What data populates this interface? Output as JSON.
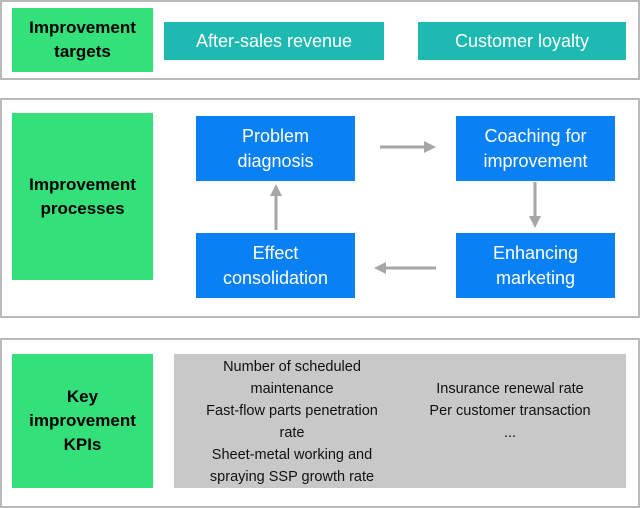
{
  "targets": {
    "label": "Improvement\ntargets",
    "items": [
      "After-sales revenue",
      "Customer loyalty"
    ]
  },
  "processes": {
    "label": "Improvement\nprocesses",
    "steps": {
      "problem_diagnosis": "Problem\ndiagnosis",
      "coaching": "Coaching for\nimprovement",
      "enhancing_marketing": "Enhancing\nmarketing",
      "effect_consolidation": "Effect\nconsolidation"
    }
  },
  "kpis": {
    "label": "Key\nimprovement\nKPIs",
    "left": [
      "Number of scheduled\nmaintenance",
      "Fast-flow parts penetration\nrate",
      "Sheet-metal working and\nspraying SSP growth rate"
    ],
    "right": [
      "Insurance renewal rate",
      "Per customer transaction",
      "..."
    ]
  },
  "colors": {
    "label_green": "#33e07a",
    "target_teal": "#1ebab2",
    "process_blue": "#0a80f5",
    "kpi_gray": "#c8c8c8",
    "arrow_gray": "#a6a6a6"
  }
}
